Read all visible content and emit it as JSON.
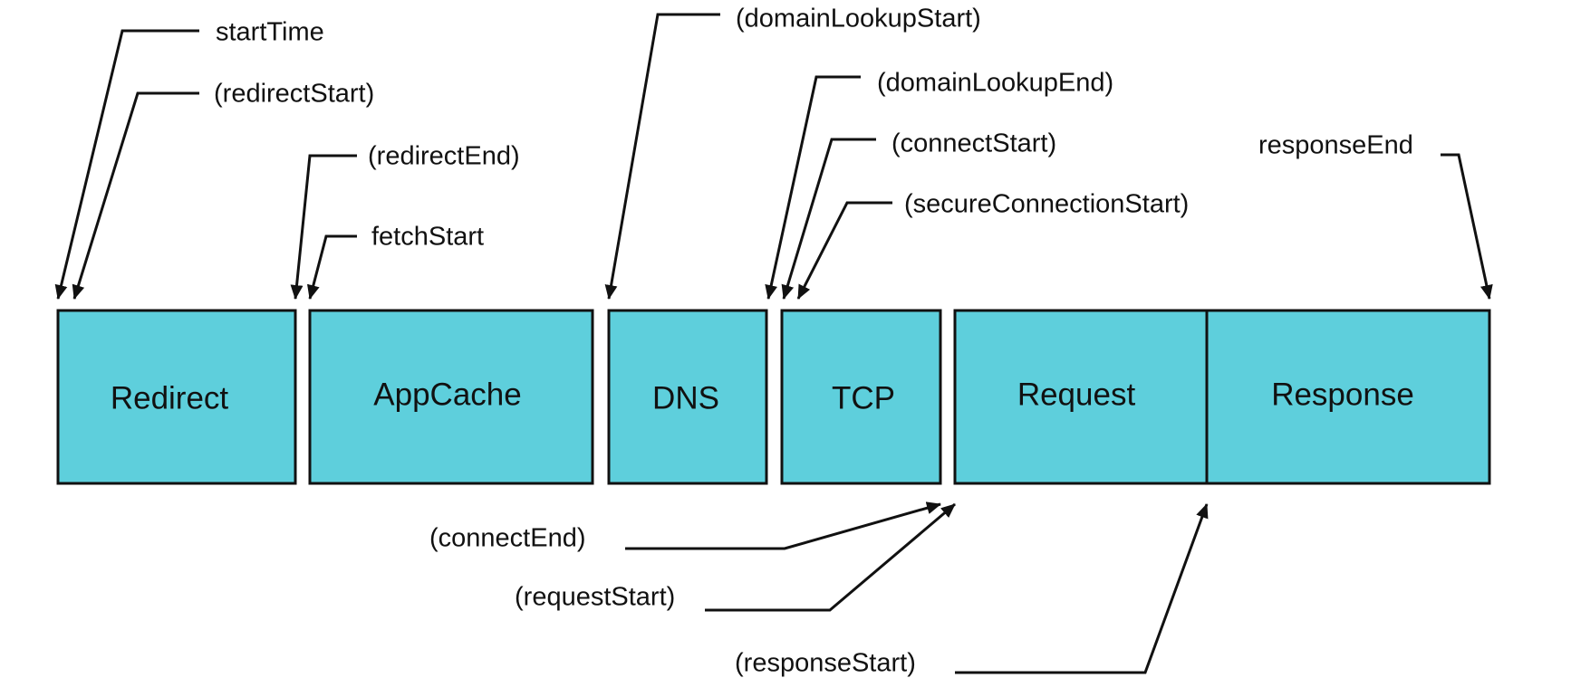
{
  "colors": {
    "phase_fill": "#5ecfdc",
    "stroke": "#111111",
    "background": "#ffffff"
  },
  "phases": [
    {
      "id": "redirect",
      "label": "Redirect"
    },
    {
      "id": "appcache",
      "label": "AppCache"
    },
    {
      "id": "dns",
      "label": "DNS"
    },
    {
      "id": "tcp",
      "label": "TCP"
    },
    {
      "id": "request",
      "label": "Request"
    },
    {
      "id": "response",
      "label": "Response"
    }
  ],
  "events": [
    {
      "id": "startTime",
      "label": "startTime"
    },
    {
      "id": "redirectStart",
      "label": "(redirectStart)"
    },
    {
      "id": "redirectEnd",
      "label": "(redirectEnd)"
    },
    {
      "id": "fetchStart",
      "label": "fetchStart"
    },
    {
      "id": "domainLookupStart",
      "label": "(domainLookupStart)"
    },
    {
      "id": "domainLookupEnd",
      "label": "(domainLookupEnd)"
    },
    {
      "id": "connectStart",
      "label": "(connectStart)"
    },
    {
      "id": "secureConnectionStart",
      "label": "(secureConnectionStart)"
    },
    {
      "id": "responseEnd",
      "label": "responseEnd"
    },
    {
      "id": "connectEnd",
      "label": "(connectEnd)"
    },
    {
      "id": "requestStart",
      "label": "(requestStart)"
    },
    {
      "id": "responseStart",
      "label": "(responseStart)"
    }
  ]
}
